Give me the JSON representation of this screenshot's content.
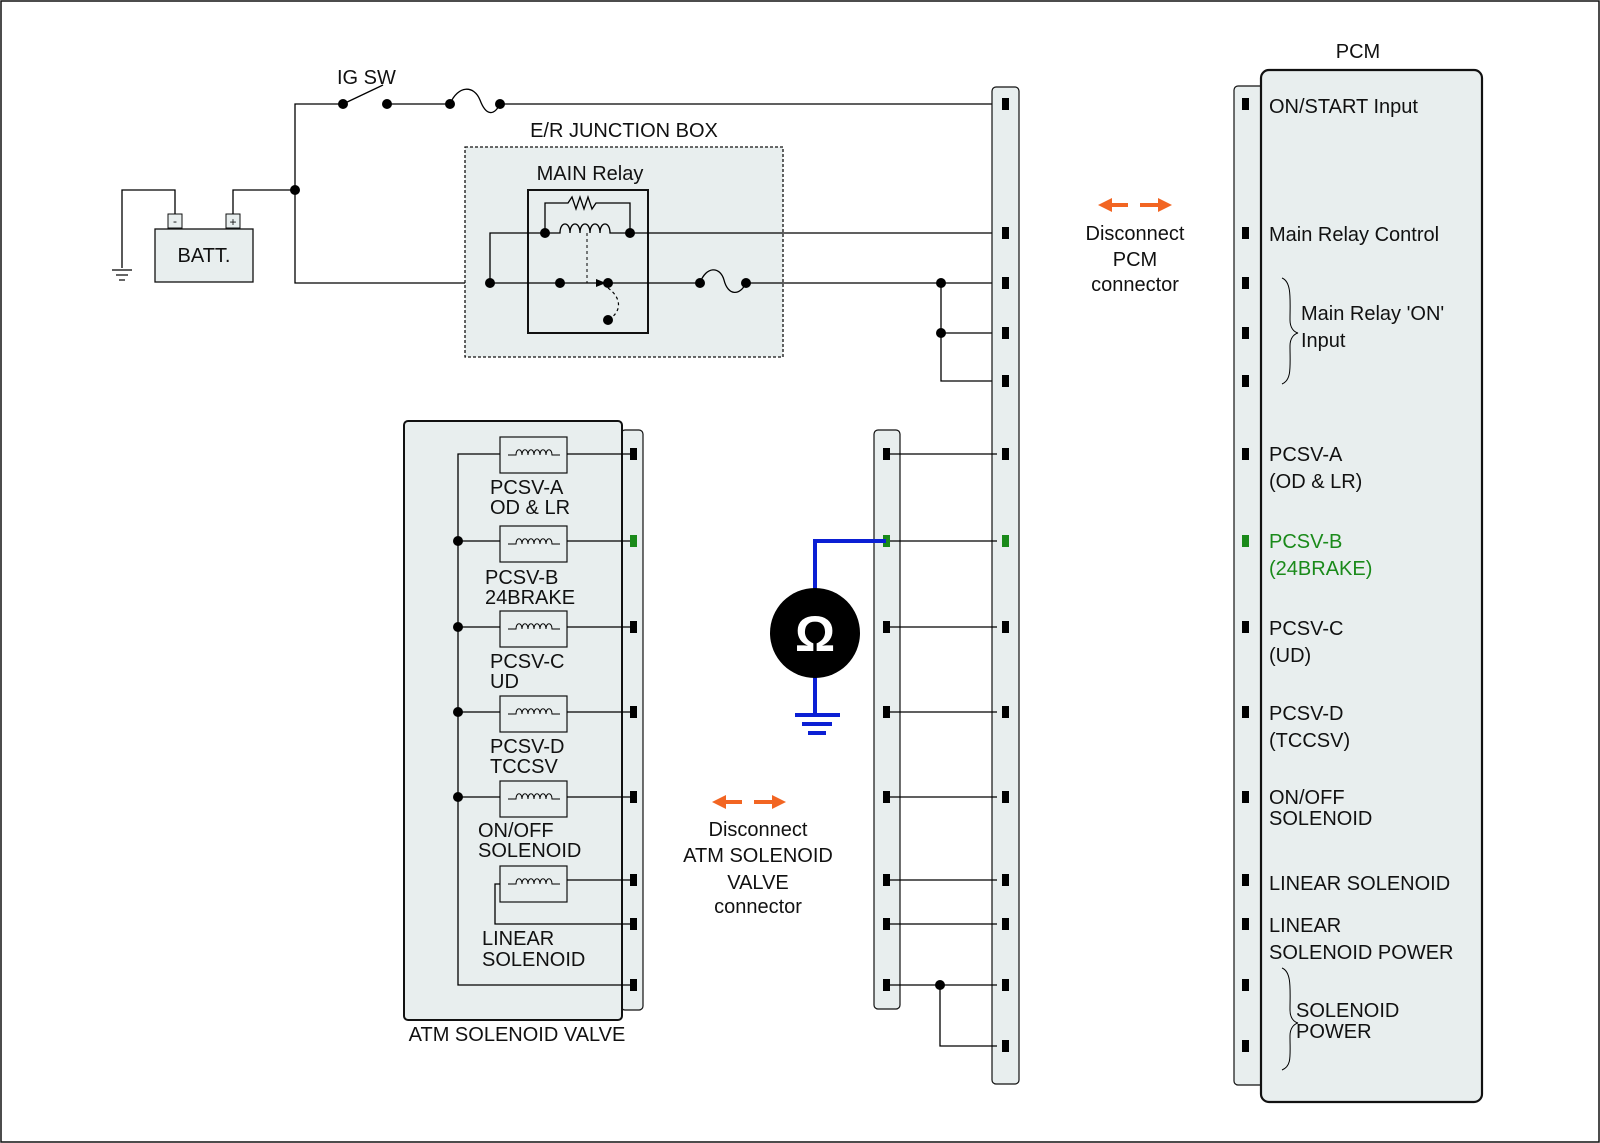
{
  "colors": {
    "panel": "#e8eeee",
    "highlight": "#1a8a1a",
    "arrow": "#f26522",
    "meter": "#0b1fd4"
  },
  "battery": {
    "label": "BATT.",
    "neg": "-",
    "pos": "+"
  },
  "ig_switch": {
    "label": "IG SW"
  },
  "junction_box": {
    "label": "E/R JUNCTION BOX",
    "relay_label": "MAIN Relay"
  },
  "pcm": {
    "title": "PCM",
    "pins": [
      {
        "lines": [
          "ON/START Input"
        ],
        "highlight": false
      },
      {
        "lines": [
          "Main Relay Control"
        ],
        "highlight": false
      },
      {
        "lines": [
          "Main Relay 'ON'",
          "Input"
        ],
        "highlight": false
      },
      {
        "lines": [
          "PCSV-A",
          "(OD & LR)"
        ],
        "highlight": false
      },
      {
        "lines": [
          "PCSV-B",
          "(24BRAKE)"
        ],
        "highlight": true
      },
      {
        "lines": [
          "PCSV-C",
          "(UD)"
        ],
        "highlight": false
      },
      {
        "lines": [
          "PCSV-D",
          "(TCCSV)"
        ],
        "highlight": false
      },
      {
        "lines": [
          "ON/OFF",
          "SOLENOID"
        ],
        "highlight": false
      },
      {
        "lines": [
          "LINEAR SOLENOID"
        ],
        "highlight": false
      },
      {
        "lines": [
          "LINEAR",
          "SOLENOID POWER"
        ],
        "highlight": false
      },
      {
        "lines": [
          "SOLENOID",
          "POWER"
        ],
        "highlight": false
      }
    ]
  },
  "pcm_disconnect": {
    "lines": [
      "Disconnect",
      "PCM",
      "connector"
    ]
  },
  "atm_disconnect": {
    "lines": [
      "Disconnect",
      "ATM SOLENOID",
      "VALVE",
      "connector"
    ]
  },
  "solenoid_valve": {
    "title": "ATM SOLENOID VALVE",
    "coils": [
      {
        "lines": [
          "PCSV-A",
          "OD & LR"
        ]
      },
      {
        "lines": [
          "PCSV-B",
          "24BRAKE"
        ]
      },
      {
        "lines": [
          "PCSV-C",
          "UD"
        ]
      },
      {
        "lines": [
          "PCSV-D",
          "TCCSV"
        ]
      },
      {
        "lines": [
          "ON/OFF",
          "SOLENOID"
        ]
      },
      {
        "lines": [
          "LINEAR",
          "SOLENOID"
        ]
      }
    ]
  },
  "meter": {
    "symbol": "Ω",
    "icon": "ohmmeter-icon"
  }
}
